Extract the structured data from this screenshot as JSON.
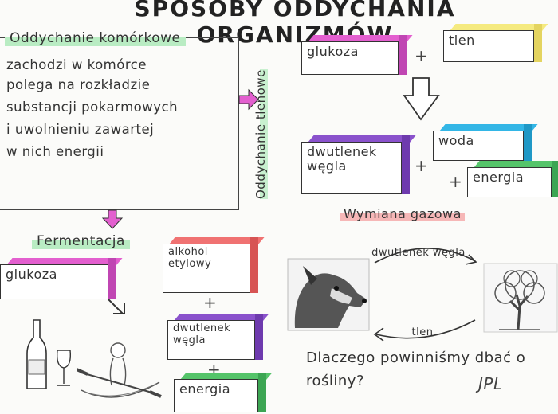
{
  "title": "SPOSOBY ODDYCHANIA ORGANIZMÓW",
  "cellular": {
    "heading": "Oddychanie komórkowe",
    "lines": [
      "zachodzi w komórce",
      "polega na rozkładzie",
      "substancji pokarmowych",
      "i uwolnieniu zawartej",
      "w nich energii"
    ]
  },
  "aerobic": {
    "side_label": "Oddychanie tlenowe",
    "glucose": "glukoza",
    "oxygen": "tlen",
    "co2": "dwutlenek węgla",
    "water": "woda",
    "energy": "energia",
    "plus": "+"
  },
  "fermentation": {
    "heading": "Fermentacja",
    "glucose": "glukoza",
    "alcohol": "alkohol etylowy",
    "co2": "dwutlenek węgla",
    "energy": "energia",
    "plus": "+"
  },
  "gas_exchange": {
    "heading": "Wymiana gazowa",
    "top_label": "dwutlenek węgla",
    "bottom_label": "tlen"
  },
  "question": "Dlaczego powinniśmy dbać o rośliny?",
  "signature": "JPL",
  "colors": {
    "pink": "#e35fcf",
    "yellow": "#f5ea80",
    "purple": "#8a52cc",
    "blue": "#33b6e6",
    "green": "#55c46a",
    "red": "#f07272",
    "highlight_green": "#b9ecc3",
    "highlight_red": "#f6b7b7"
  },
  "icons": [
    "down-arrow-icon",
    "right-arrow-icon",
    "dog-icon",
    "tree-icon",
    "wine-bottle-icon",
    "wine-glass-icon",
    "kayaker-icon"
  ]
}
